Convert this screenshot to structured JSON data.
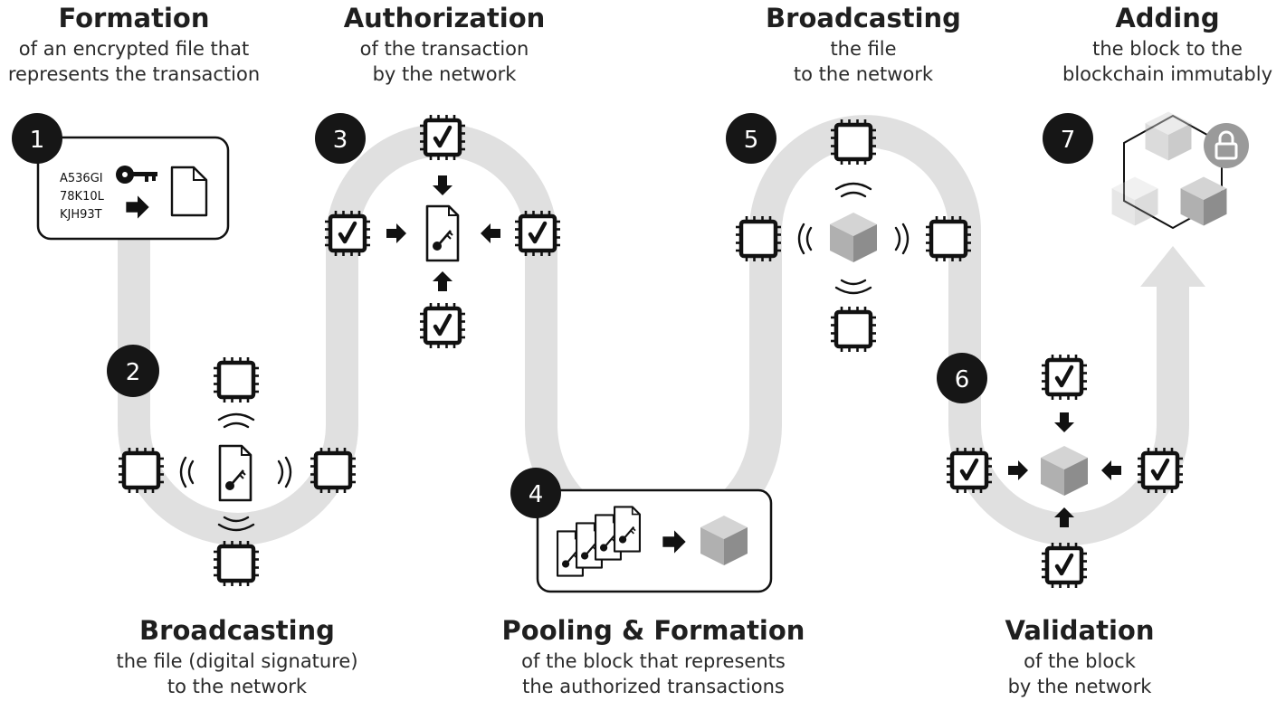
{
  "steps": [
    {
      "number": "1",
      "title": "Formation",
      "line1": "of an encrypted file that",
      "line2": "represents the transaction"
    },
    {
      "number": "2",
      "title": "Broadcasting",
      "line1": "the file (digital signature)",
      "line2": "to the network"
    },
    {
      "number": "3",
      "title": "Authorization",
      "line1": "of the transaction",
      "line2": "by the network"
    },
    {
      "number": "4",
      "title": "Pooling & Formation",
      "line1": "of the block that represents",
      "line2": "the authorized transactions"
    },
    {
      "number": "5",
      "title": "Broadcasting",
      "line1": "the file",
      "line2": "to the network"
    },
    {
      "number": "6",
      "title": "Validation",
      "line1": "of the block",
      "line2": "by the network"
    },
    {
      "number": "7",
      "title": "Adding",
      "line1": "the block to the",
      "line2": "blockchain immutably"
    }
  ],
  "transaction_codes": [
    "A536GI",
    "78K10L",
    "KJH93T"
  ],
  "icons": {
    "chip": "processor-chip-icon",
    "chip_verified": "processor-chip-check-icon",
    "key": "key-icon",
    "document": "document-icon",
    "signed_document": "signed-document-icon",
    "block": "block-cube-icon",
    "lock": "lock-icon",
    "arrow": "arrow-icon",
    "signal": "signal-waves-icon"
  },
  "colors": {
    "pipe": "#e0e0e0",
    "badge": "#161616",
    "ink": "#1a1a1a",
    "cube_top": "#d4d4d4",
    "cube_left": "#b0b0b0",
    "cube_right": "#8d8d8d",
    "lock_bg": "#9a9a9a"
  }
}
